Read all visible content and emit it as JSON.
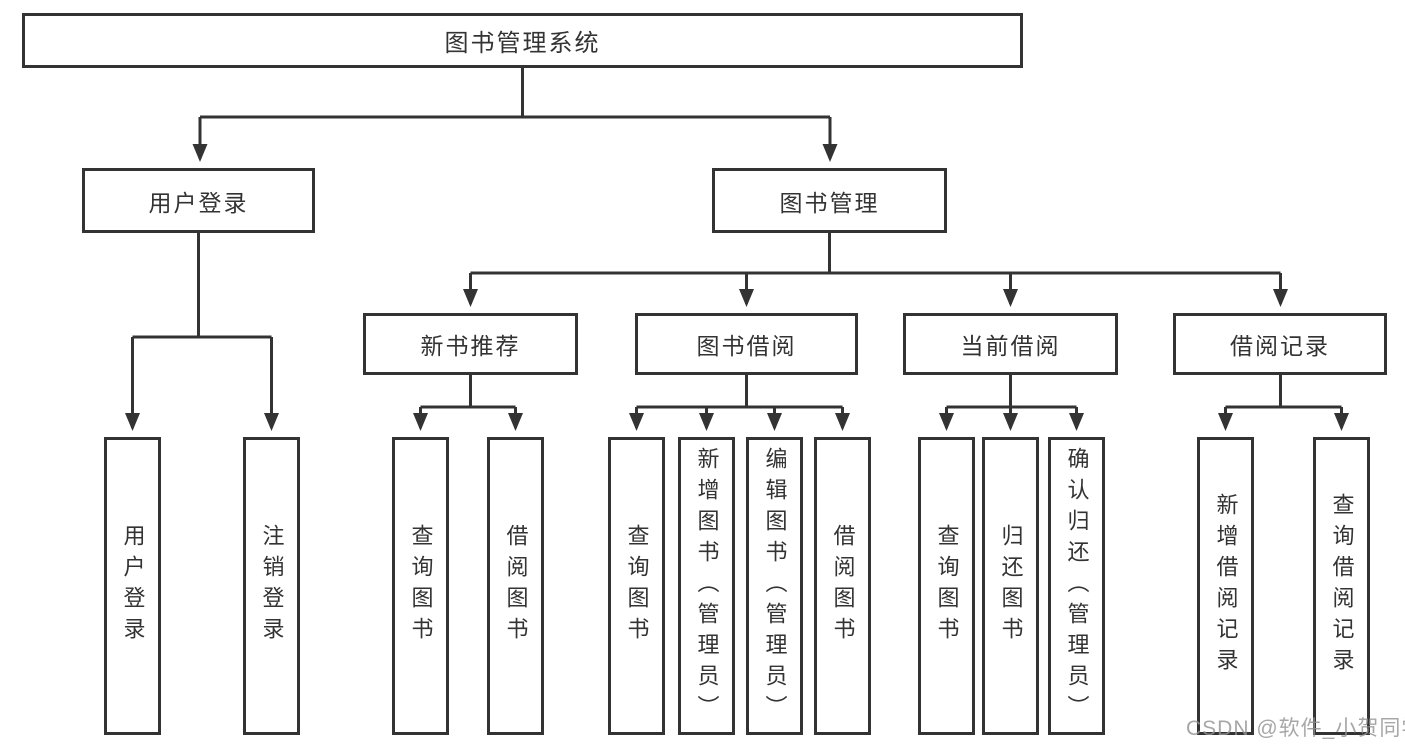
{
  "tree": {
    "root": {
      "label": "图书管理系统",
      "children": [
        {
          "label": "用户登录",
          "children": [
            {
              "label": "用户登录"
            },
            {
              "label": "注销登录"
            }
          ]
        },
        {
          "label": "图书管理",
          "children": [
            {
              "label": "新书推荐",
              "children": [
                {
                  "label": "查询图书"
                },
                {
                  "label": "借阅图书"
                }
              ]
            },
            {
              "label": "图书借阅",
              "children": [
                {
                  "label": "查询图书"
                },
                {
                  "label": "新增图书（管理员）"
                },
                {
                  "label": "编辑图书（管理员）"
                },
                {
                  "label": "借阅图书"
                }
              ]
            },
            {
              "label": "当前借阅",
              "children": [
                {
                  "label": "查询图书"
                },
                {
                  "label": "归还图书"
                },
                {
                  "label": "确认归还（管理员）"
                }
              ]
            },
            {
              "label": "借阅记录",
              "children": [
                {
                  "label": "新增借阅记录"
                },
                {
                  "label": "查询借阅记录"
                }
              ]
            }
          ]
        }
      ]
    }
  },
  "watermark": {
    "text": "CSDN @软件_小贺同学"
  },
  "colors": {
    "line": "#333333",
    "box_border": "#333333",
    "text": "#333333",
    "watermark": "#949494",
    "background": "#ffffff"
  }
}
